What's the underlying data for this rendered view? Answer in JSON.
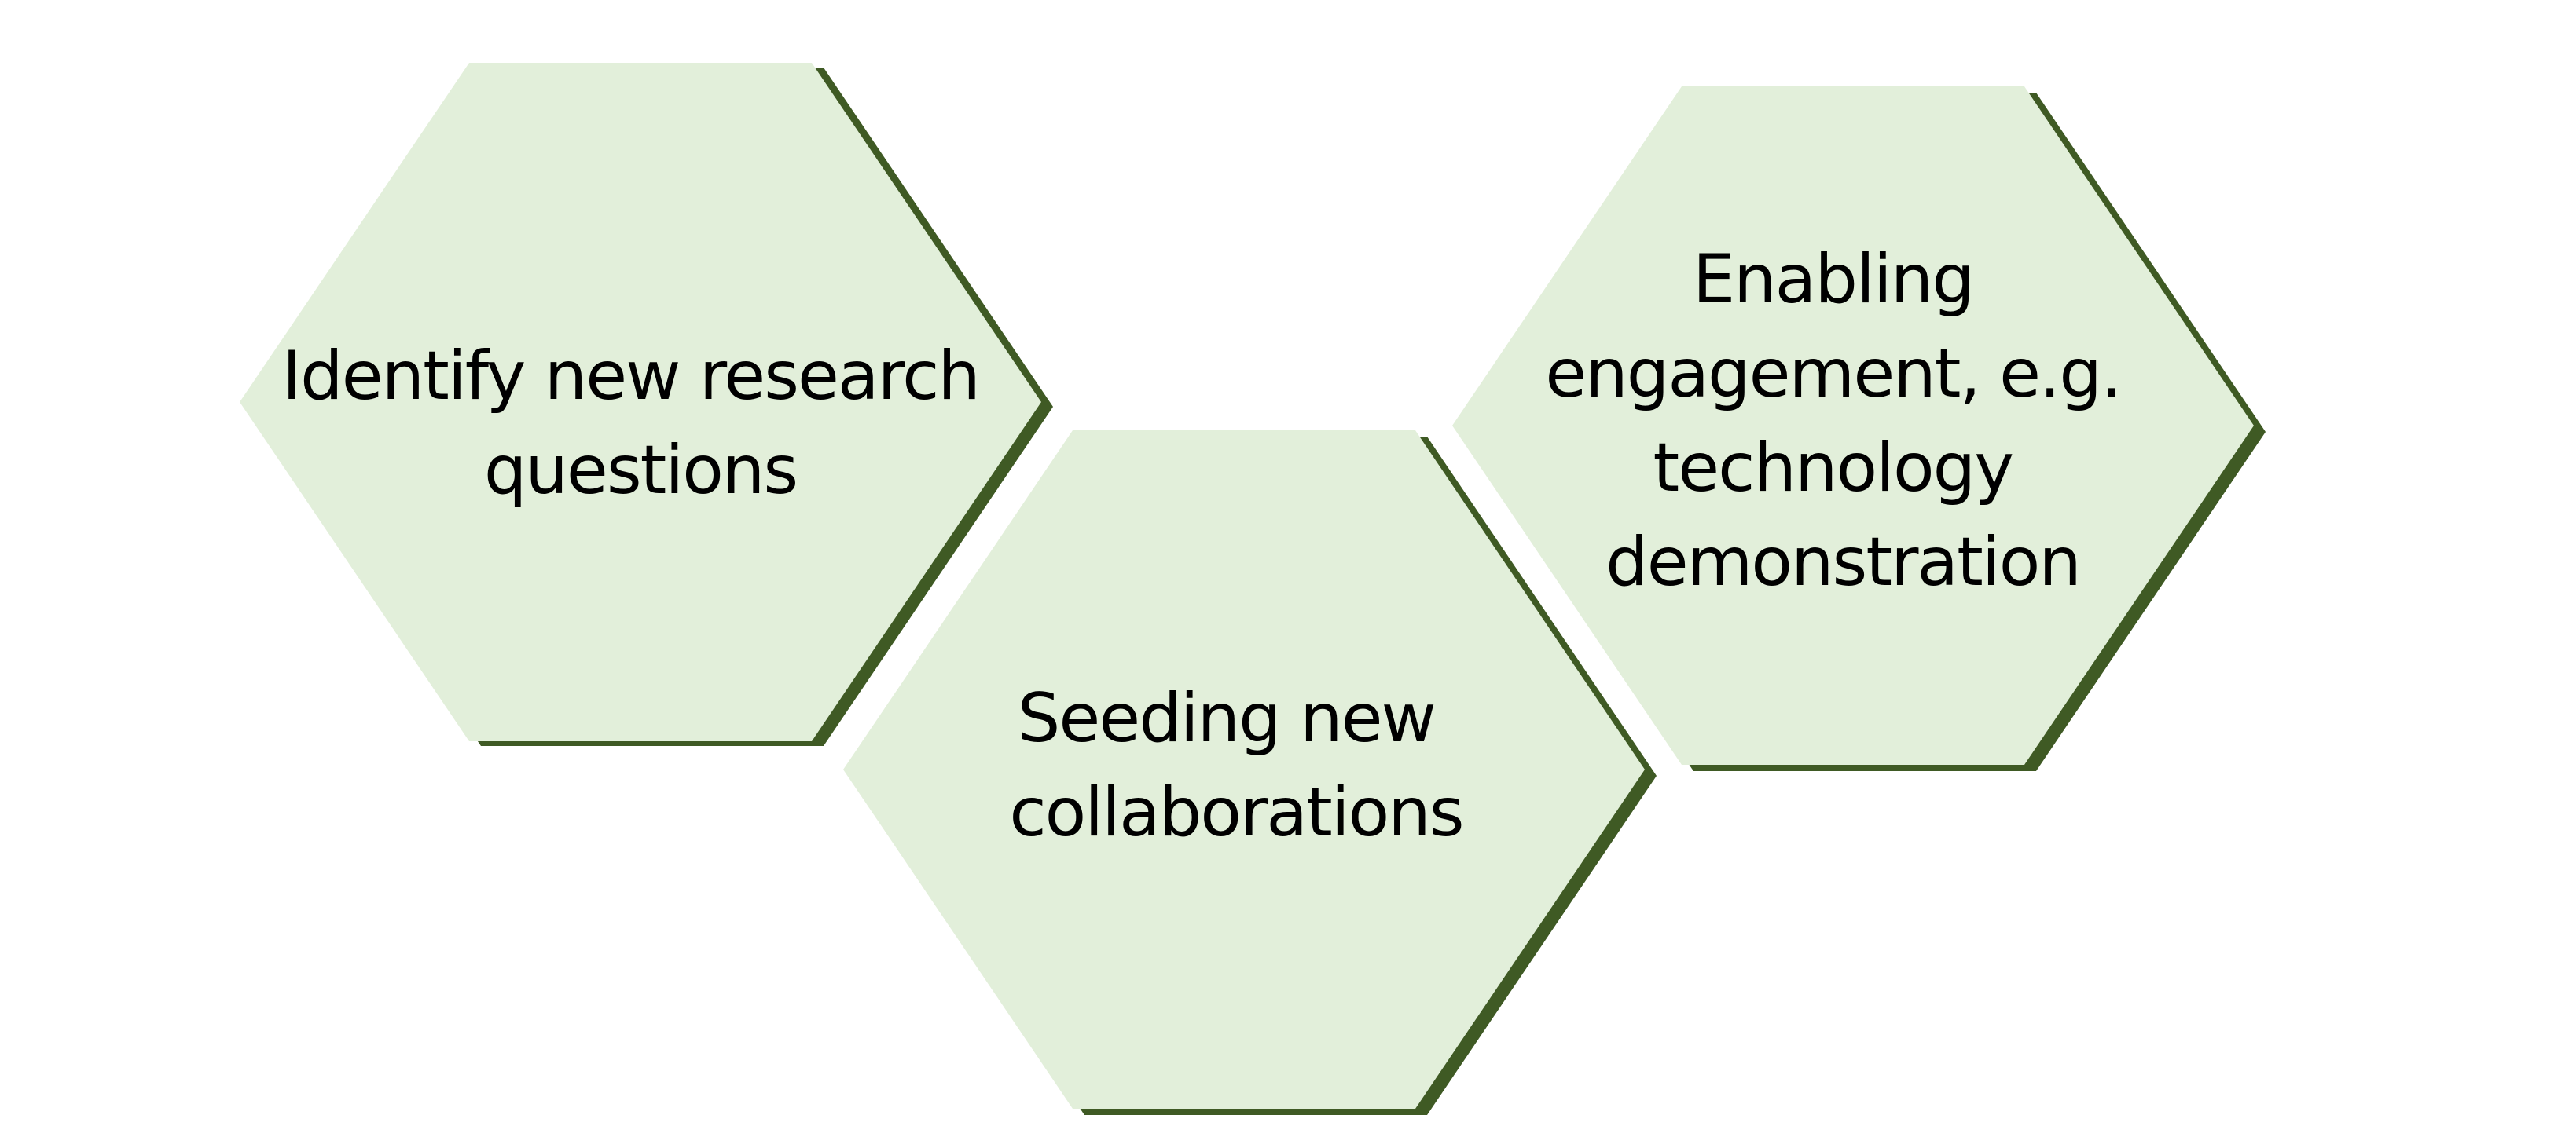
{
  "diagram": {
    "hexagons": [
      {
        "id": "identify",
        "lines": [
          "Identify new research",
          "questions"
        ]
      },
      {
        "id": "seeding",
        "lines": [
          "Seeding new",
          "collaborations"
        ]
      },
      {
        "id": "enabling",
        "lines": [
          "Enabling",
          "engagement, e.g.",
          "technology",
          "demonstration"
        ]
      }
    ]
  }
}
